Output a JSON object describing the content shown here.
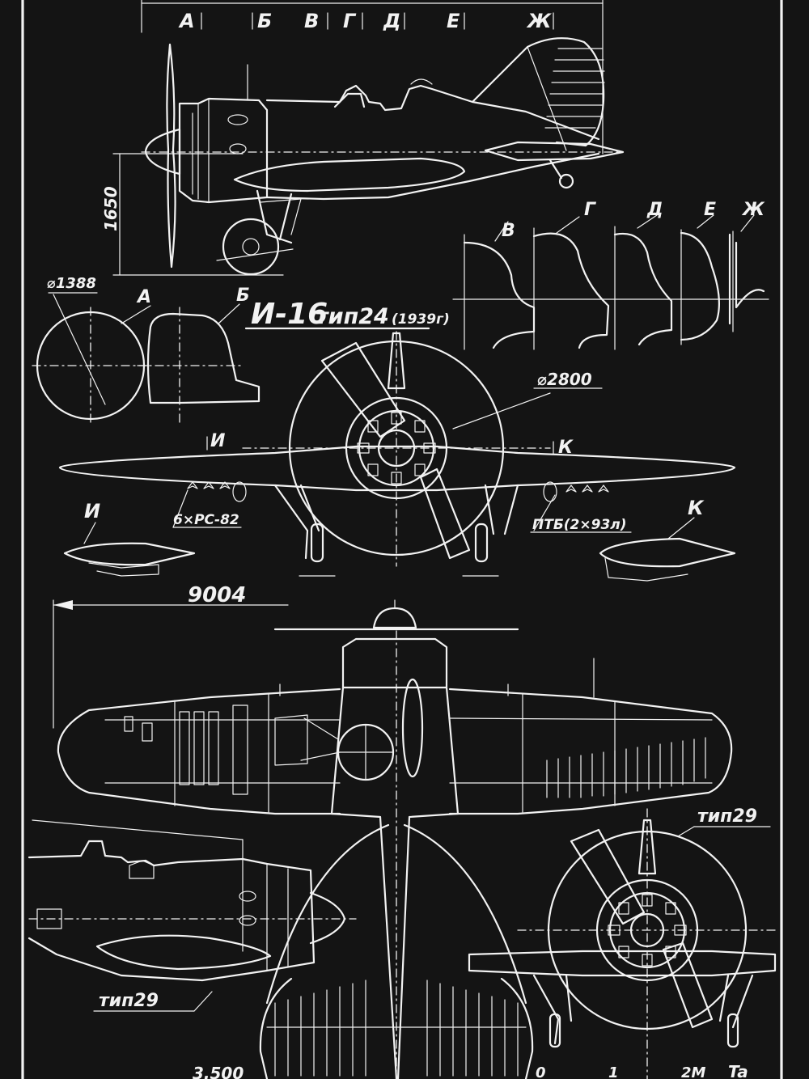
{
  "colors": {
    "background": "#141414",
    "line": "#f2f2f2"
  },
  "title": {
    "name": "И-16",
    "type": "тип24",
    "year": "(1939г)"
  },
  "section_labels": {
    "top": [
      "А",
      "Б",
      "В",
      "Г",
      "Д",
      "Е",
      "Ж"
    ],
    "a": "А",
    "b": "Б",
    "v": "В",
    "g": "Г",
    "d": "Д",
    "e": "Е",
    "zh": "Ж",
    "i": "И",
    "k": "К",
    "i_cut": "И",
    "k_cut": "К"
  },
  "dimensions": {
    "height": "1650",
    "fuselage_dia": "⌀1388",
    "prop_dia": "⌀2800",
    "span": "9004",
    "bottom": "3.500"
  },
  "annotations": {
    "rockets": "6×РС-82",
    "tanks": "ПТБ(2×93л)",
    "tip29_right": "тип29",
    "tip29_left": "тип29"
  },
  "scale": {
    "zero": "0",
    "one": "1",
    "two": "2М"
  },
  "signature": "Ta"
}
